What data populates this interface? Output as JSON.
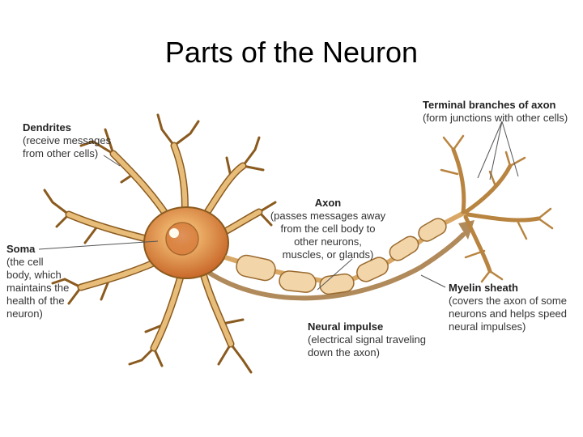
{
  "title": "Parts of the Neuron",
  "colors": {
    "dendrite_fill": "#e8bd7a",
    "dendrite_stroke": "#8a5a1e",
    "soma_fill": "#e29a4a",
    "nucleus_fill": "#d77a3a",
    "myelin_fill": "#f2d5a8",
    "myelin_stroke": "#9a6a2e",
    "impulse_arrow": "#b08a5a",
    "leader_line": "#555555"
  },
  "labels": {
    "dendrites": {
      "heading": "Dendrites",
      "lines": [
        "(receive messages",
        "from other cells)"
      ]
    },
    "terminal": {
      "heading": "Terminal branches of axon",
      "lines": [
        "(form junctions with other cells)"
      ]
    },
    "axon": {
      "heading": "Axon",
      "lines": [
        "(passes messages away",
        "from the cell body to",
        "other neurons,",
        "muscles, or glands)"
      ]
    },
    "soma": {
      "heading": "Soma",
      "lines": [
        "(the cell",
        "body, which",
        "maintains the",
        "health of the",
        "neuron)"
      ]
    },
    "myelin": {
      "heading": "Myelin sheath",
      "lines": [
        "(covers the axon of some",
        "neurons and helps speed",
        "neural impulses)"
      ]
    },
    "impulse": {
      "heading": "Neural impulse",
      "lines": [
        "(electrical signal traveling",
        "down the axon)"
      ]
    }
  }
}
